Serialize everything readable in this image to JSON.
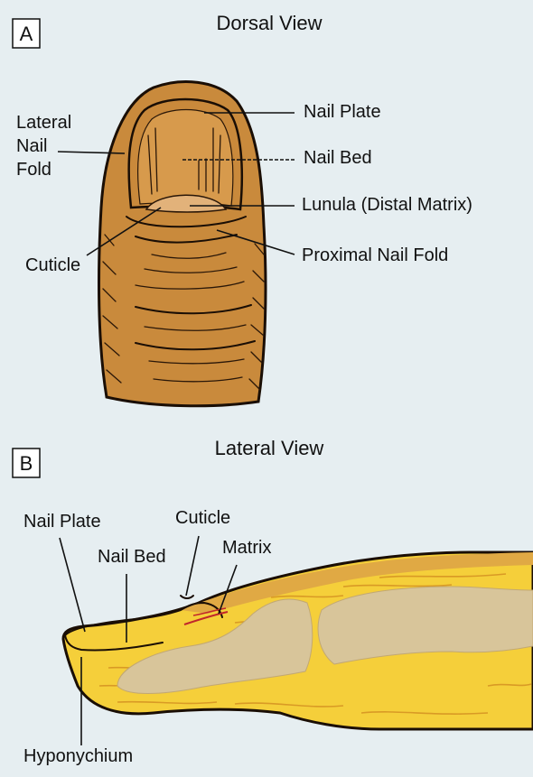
{
  "panel_a": {
    "letter": "A",
    "title": "Dorsal View",
    "labels": {
      "lateral_nail_fold_1": "Lateral",
      "lateral_nail_fold_2": "Nail",
      "lateral_nail_fold_3": "Fold",
      "nail_plate": "Nail Plate",
      "nail_bed": "Nail Bed",
      "lunula": "Lunula (Distal Matrix)",
      "cuticle": "Cuticle",
      "proximal_nail_fold": "Proximal Nail Fold"
    }
  },
  "panel_b": {
    "letter": "B",
    "title": "Lateral View",
    "labels": {
      "nail_plate": "Nail Plate",
      "nail_bed": "Nail Bed",
      "cuticle": "Cuticle",
      "matrix": "Matrix",
      "hyponychium": "Hyponychium"
    }
  },
  "colors": {
    "background": "#e6eef1",
    "skin_brown": "#c98a3c",
    "skin_yellow": "#f5cf3a",
    "bone_tan": "#d8c59a",
    "matrix_red": "#c0262b"
  }
}
